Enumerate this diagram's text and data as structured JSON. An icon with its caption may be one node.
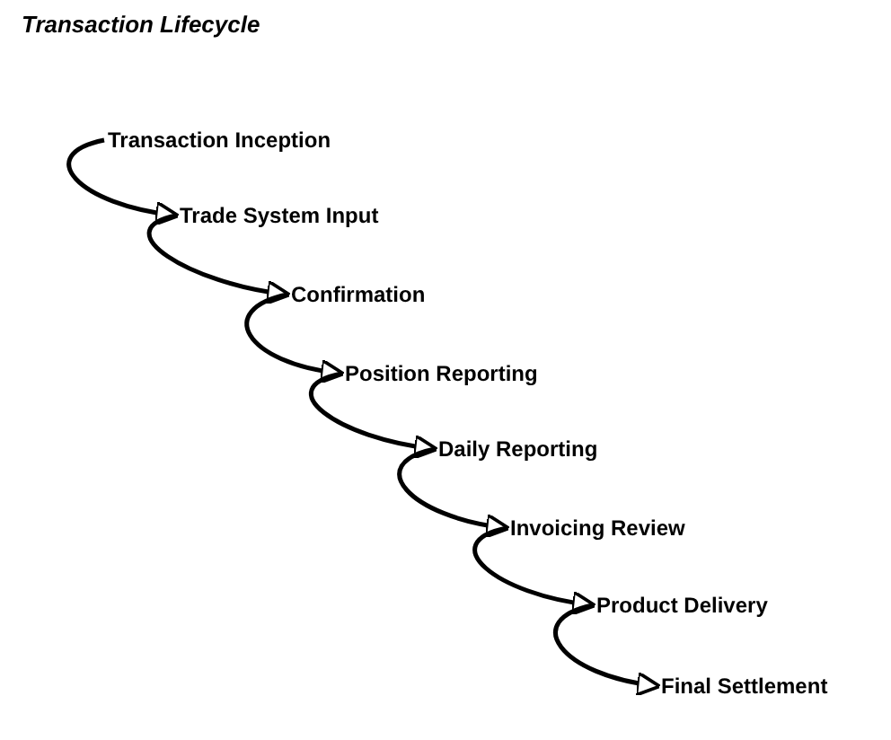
{
  "diagram": {
    "title": "Transaction Lifecycle",
    "nodes": [
      {
        "text": [
          "Transaction Inception"
        ]
      },
      {
        "text": [
          "Trade System Input"
        ]
      },
      {
        "text": [
          "Confirmation"
        ]
      },
      {
        "text": [
          "Position Reporting"
        ]
      },
      {
        "text": [
          "Daily Reporting"
        ]
      },
      {
        "text": [
          "Invoicing Review"
        ]
      },
      {
        "text": [
          "Product Delivery"
        ]
      },
      {
        "text": [
          "Final Settlement"
        ]
      }
    ],
    "edges": [
      {
        "from": 0,
        "to": 1,
        "arrow": "to"
      },
      {
        "from": 1,
        "to": 2,
        "arrow": "to"
      },
      {
        "from": 2,
        "to": 3,
        "arrow": "to"
      },
      {
        "from": 3,
        "to": 4,
        "arrow": "to"
      },
      {
        "from": 4,
        "to": 5,
        "arrow": "to"
      },
      {
        "from": 5,
        "to": 6,
        "arrow": "to"
      },
      {
        "from": 6,
        "to": 7,
        "arrow": "to"
      }
    ]
  }
}
